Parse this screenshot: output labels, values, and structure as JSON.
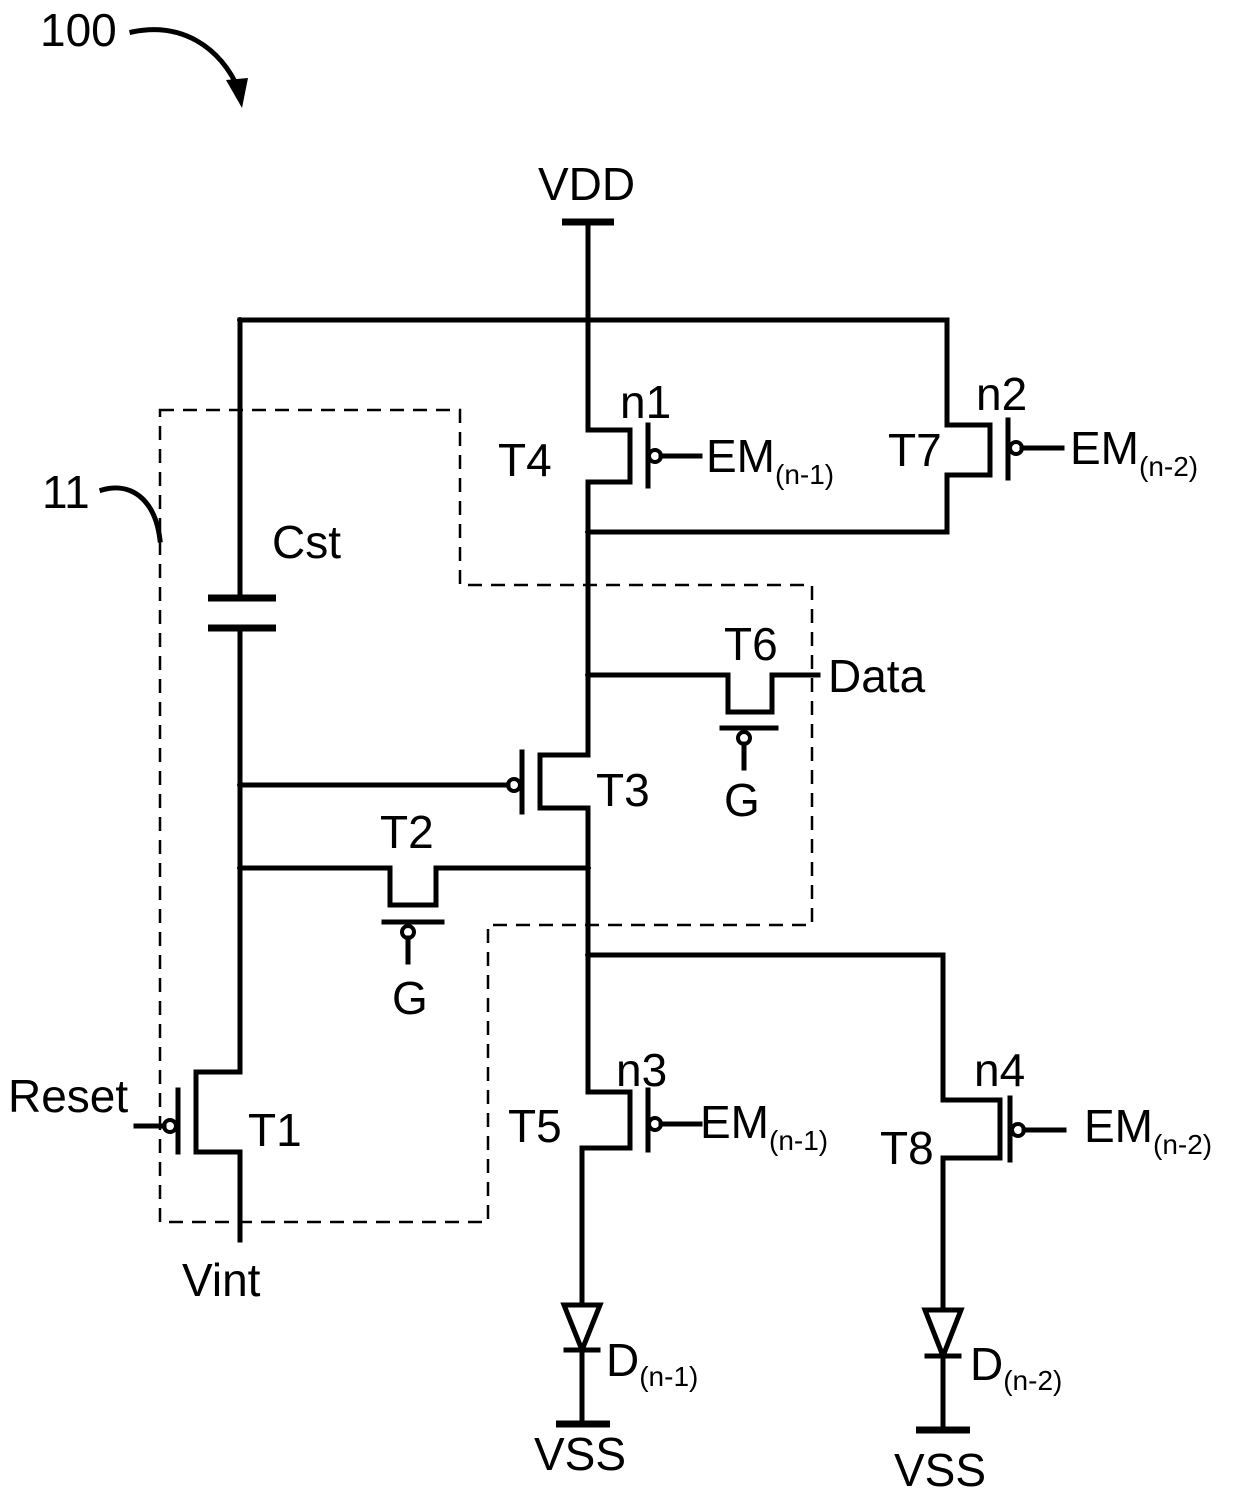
{
  "figure": {
    "ref_number": "100",
    "block_number": "11",
    "labels": {
      "vdd": "VDD",
      "vss_left": "VSS",
      "vss_right": "VSS",
      "vint": "Vint",
      "reset": "Reset",
      "data": "Data",
      "cst": "Cst",
      "g_t2": "G",
      "g_t6": "G"
    },
    "transistors": {
      "t1": "T1",
      "t2": "T2",
      "t3": "T3",
      "t4": "T4",
      "t5": "T5",
      "t6": "T6",
      "t7": "T7",
      "t8": "T8"
    },
    "nodes": {
      "n1": "n1",
      "n2": "n2",
      "n3": "n3",
      "n4": "n4"
    },
    "signals": {
      "em_t4": {
        "main": "EM",
        "sub": "(n-1)"
      },
      "em_t7": {
        "main": "EM",
        "sub": "(n-2)"
      },
      "em_t5": {
        "main": "EM",
        "sub": "(n-1)"
      },
      "em_t8": {
        "main": "EM",
        "sub": "(n-2)"
      }
    },
    "diodes": {
      "d_left": {
        "main": "D",
        "sub": "(n-1)"
      },
      "d_right": {
        "main": "D",
        "sub": "(n-2)"
      }
    }
  }
}
